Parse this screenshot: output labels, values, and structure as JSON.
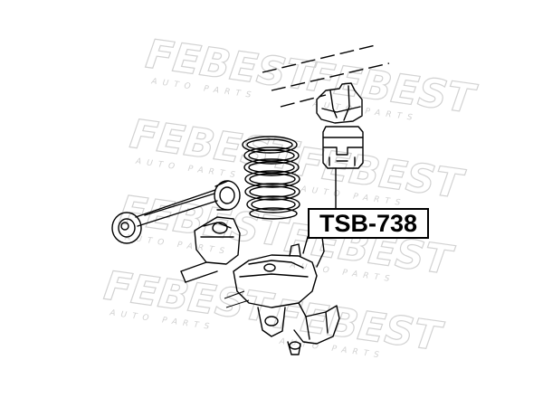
{
  "part_number": "TSB-738",
  "watermark": {
    "brand": "FEBEST",
    "tagline": "AUTO PARTS"
  },
  "diagram_parts": [
    "coil-spring",
    "bump-stop",
    "lateral-link",
    "rear-axle-housing"
  ]
}
